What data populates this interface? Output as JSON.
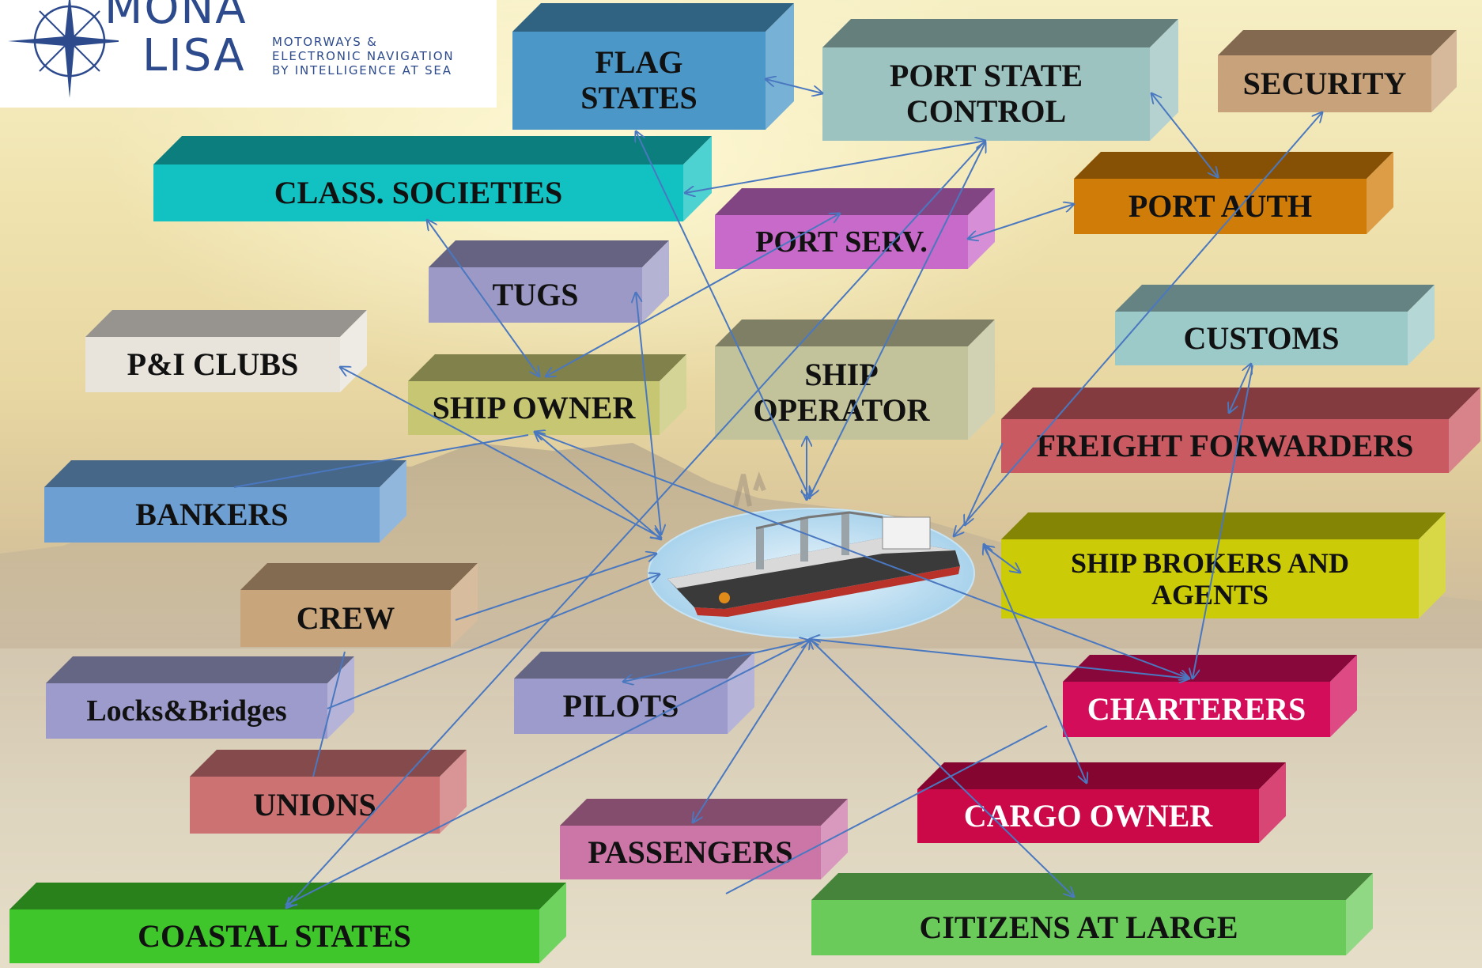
{
  "logo": {
    "name_line1": "MONA",
    "name_line2": "LISA",
    "tagline": "MOTORWAYS &\nELECTRONIC NAVIGATION\nBY INTELLIGENCE AT SEA",
    "color": "#2c4a8c"
  },
  "center": {
    "icon": "cargo-ship-icon"
  },
  "arrow_color": "#4a78c0",
  "nodes": [
    {
      "id": "flag-states",
      "label": "FLAG\nSTATES",
      "color": "#4a97c8"
    },
    {
      "id": "port-state-control",
      "label": "PORT STATE\nCONTROL",
      "color": "#9cc3c0"
    },
    {
      "id": "security",
      "label": "SECURITY",
      "color": "#c8a27a"
    },
    {
      "id": "class-societies",
      "label": "CLASS. SOCIETIES",
      "color": "#12c2c2"
    },
    {
      "id": "port-serv",
      "label": "PORT SERV.",
      "color": "#c86ac9"
    },
    {
      "id": "port-auth",
      "label": "PORT AUTH",
      "color": "#d07c08"
    },
    {
      "id": "tugs",
      "label": "TUGS",
      "color": "#9c99c6"
    },
    {
      "id": "customs",
      "label": "CUSTOMS",
      "color": "#9ccac8"
    },
    {
      "id": "pi-clubs",
      "label": "P&I CLUBS",
      "color": "#e8e4dc"
    },
    {
      "id": "ship-owner",
      "label": "SHIP OWNER",
      "color": "#c6c673"
    },
    {
      "id": "ship-operator",
      "label": "SHIP\nOPERATOR",
      "color": "#c2c39b"
    },
    {
      "id": "freight-forwarders",
      "label": "FREIGHT FORWARDERS",
      "color": "#c95a62"
    },
    {
      "id": "bankers",
      "label": "BANKERS",
      "color": "#6d9fd2"
    },
    {
      "id": "ship-brokers",
      "label": "SHIP BROKERS AND\nAGENTS",
      "color": "#cbcb08"
    },
    {
      "id": "crew",
      "label": "CREW",
      "color": "#c9a57c"
    },
    {
      "id": "locks-bridges",
      "label": "Locks&Bridges",
      "color": "#9c9bcb"
    },
    {
      "id": "pilots",
      "label": "PILOTS",
      "color": "#9c9bcb"
    },
    {
      "id": "charterers",
      "label": "CHARTERERS",
      "color": "#d30d5a",
      "light": true
    },
    {
      "id": "unions",
      "label": "UNIONS",
      "color": "#cc7273"
    },
    {
      "id": "cargo-owner",
      "label": "CARGO OWNER",
      "color": "#cb0848",
      "light": true
    },
    {
      "id": "passengers",
      "label": "PASSENGERS",
      "color": "#cc76a8"
    },
    {
      "id": "coastal-states",
      "label": "COASTAL STATES",
      "color": "#3fc62a"
    },
    {
      "id": "citizens-at-large",
      "label": "CITIZENS AT LARGE",
      "color": "#6bcb5a"
    }
  ]
}
